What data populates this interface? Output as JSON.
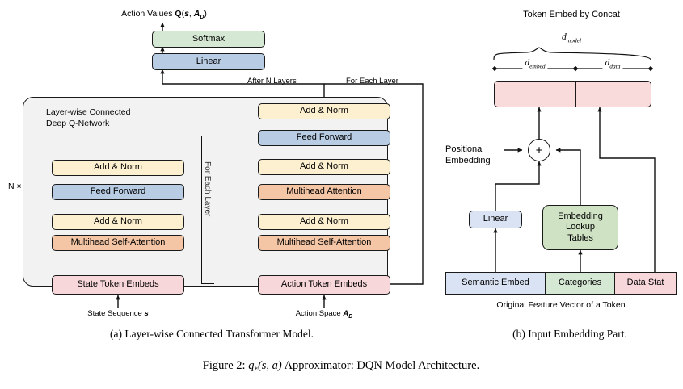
{
  "figure": {
    "caption": "Figure 2: q*(s, a) Approximator: DQN Model Architecture.",
    "caption_prefix": "Figure 2: ",
    "caption_math": "q",
    "caption_star": "*",
    "caption_args": "(s, a)",
    "caption_rest": " Approximator: DQN Model Architecture.",
    "subcaption_a": "(a) Layer-wise Connected Transformer Model.",
    "subcaption_b": "(b) Input Embedding Part."
  },
  "panel_a": {
    "top_output_label": "Action Values Q(s, A_D)",
    "top_output_plain": "Action Values ",
    "softmax": "Softmax",
    "linear": "Linear",
    "after_n_layers": "After N Layers",
    "for_each_layer_top": "For Each Layer",
    "for_each_layer_vertical": "For Each Layer",
    "container_title_line1": "Layer-wise Connected",
    "container_title_line2": "Deep Q-Network",
    "n_times": "N ×",
    "encoder_stack": [
      {
        "label": "Add & Norm",
        "color": "#fdf0d0"
      },
      {
        "label": "Feed Forward",
        "color": "#b8cce4"
      },
      {
        "label": "Add & Norm",
        "color": "#fdf0d0"
      },
      {
        "label": "Multihead Self-Attention",
        "color": "#f5c6a5"
      }
    ],
    "decoder_stack": [
      {
        "label": "Add & Norm",
        "color": "#fdf0d0"
      },
      {
        "label": "Feed Forward",
        "color": "#b8cce4"
      },
      {
        "label": "Add & Norm",
        "color": "#fdf0d0"
      },
      {
        "label": "Multihead Attention",
        "color": "#f5c6a5"
      },
      {
        "label": "Add & Norm",
        "color": "#fdf0d0"
      },
      {
        "label": "Multihead Self-Attention",
        "color": "#f5c6a5"
      }
    ],
    "state_token_embeds": "State Token Embeds",
    "action_token_embeds": "Action Token Embeds",
    "state_sequence_label": "State Sequence s",
    "state_sequence_plain": "State Sequence ",
    "state_sequence_sym": "s",
    "action_space_plain": "Action Space ",
    "action_space_sym": "A",
    "action_space_sub": "D",
    "colors": {
      "softmax": "#d5e8d4",
      "linear": "#b8cce4",
      "addnorm": "#fdf0d0",
      "feedforward": "#b8cce4",
      "attention": "#f5c6a5",
      "token_embeds": "#f8d7da",
      "container_bg": "#f2f2f2",
      "stroke": "#1a1a1a"
    }
  },
  "panel_b": {
    "title": "Token Embed by Concat",
    "d_model": "d_model",
    "d_model_base": "d",
    "d_model_sub": "model",
    "d_embed_base": "d",
    "d_embed_sub": "embed",
    "d_data_base": "d",
    "d_data_sub": "data",
    "positional_embedding_line1": "Positional",
    "positional_embedding_line2": "Embedding",
    "plus_symbol": "+",
    "linear": "Linear",
    "lookup_line1": "Embedding",
    "lookup_line2": "Lookup",
    "lookup_line3": "Tables",
    "feature_vector_caption": "Original Feature Vector of a Token",
    "feature_segments": [
      {
        "label": "Semantic Embed",
        "color": "#dae3f3"
      },
      {
        "label": "Categories",
        "color": "#d5e8d4"
      },
      {
        "label": "Data Stat",
        "color": "#f8d7da"
      }
    ],
    "token_embed_segments": [
      {
        "color": "#fadbdc"
      },
      {
        "color": "#fadbdc"
      }
    ],
    "colors": {
      "linear": "#dae3f3",
      "lookup": "#cfe2c4",
      "token_embed": "#fadbdc",
      "stroke": "#1a1a1a"
    }
  }
}
